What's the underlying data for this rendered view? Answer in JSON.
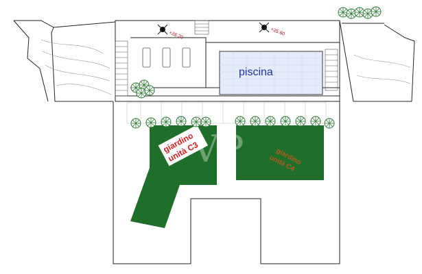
{
  "pool": {
    "label": "piscina",
    "fill": "#e4ecfb",
    "text_color": "#1f2fb0"
  },
  "levels": {
    "left": "+26.20",
    "right": "+25.60"
  },
  "gardens": {
    "c3": {
      "line1": "giardino",
      "line2": "unità C3"
    },
    "c4": {
      "line1": "giardino",
      "line2": "unità C4"
    },
    "fill": "#1f6f2a",
    "label_color": "#d41c1c"
  },
  "watermark": "VP",
  "icons": {
    "level_marker": "crosshair-marker-icon",
    "shrub": "shrub-icon"
  }
}
